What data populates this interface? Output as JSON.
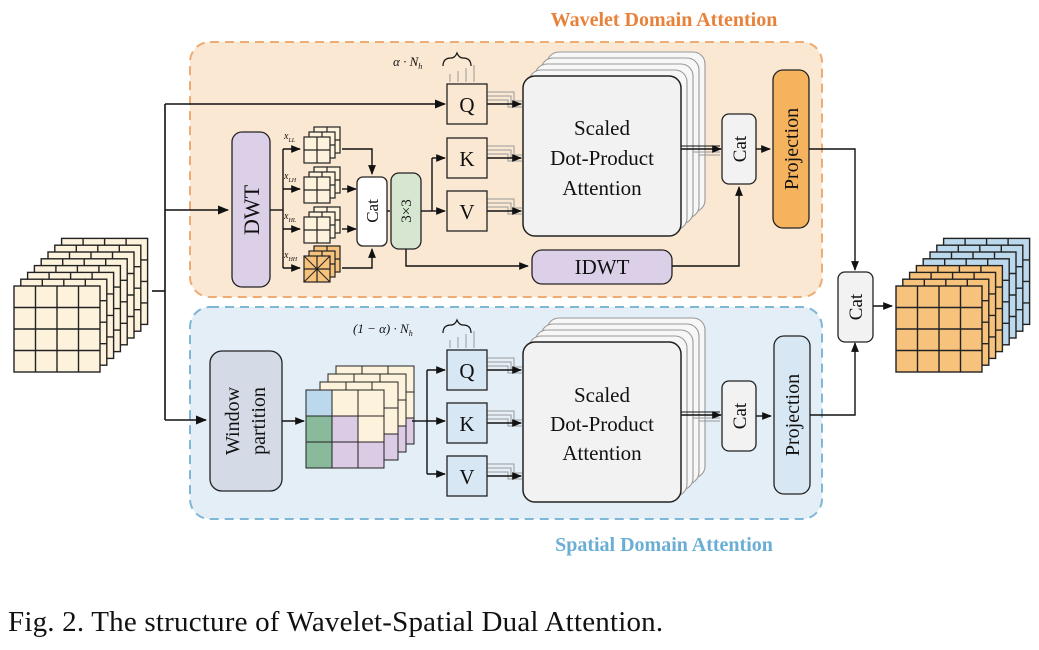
{
  "caption": "Fig. 2.  The structure of Wavelet-Spatial Dual Attention.",
  "colors": {
    "wavelet_panel": "#fbe8d2",
    "wavelet_border": "#eeac74",
    "wavelet_title": "#e8823a",
    "spatial_panel": "#e4eef6",
    "spatial_border": "#7fb7d6",
    "spatial_title": "#6aaed6",
    "dwt_box": "#dcd0e9",
    "idwt_box": "#dcd0e9",
    "conv_box": "#d6e6d1",
    "wavelet_projection": "#f6b35e",
    "spatial_projection": "#d7e8f4",
    "window_partition_box": "#d4dbe6",
    "grid_cream": "#fdf3dc",
    "grid_orange": "#f6c27c",
    "grid_blue": "#bcd8ec",
    "grid_green": "#88ba9b",
    "grid_purple": "#dccbe5"
  },
  "wavelet": {
    "title": "Wavelet Domain Attention",
    "heads_label": "α · N",
    "heads_sub": "h",
    "dwt": "DWT",
    "subbands": [
      {
        "base": "x",
        "sub": "LL"
      },
      {
        "base": "x",
        "sub": "LH"
      },
      {
        "base": "x",
        "sub": "HL"
      },
      {
        "base": "x",
        "sub": "HH"
      }
    ],
    "cat_inner": "Cat",
    "conv": "3×3",
    "q": "Q",
    "k": "K",
    "v": "V",
    "sdpa": [
      "Scaled",
      "Dot-Product",
      "Attention"
    ],
    "cat": "Cat",
    "projection": "Projection",
    "idwt": "IDWT"
  },
  "spatial": {
    "title": "Spatial Domain Attention",
    "heads_label": "(1 − α) · N",
    "heads_sub": "h",
    "window": [
      "Window",
      "partition"
    ],
    "q": "Q",
    "k": "K",
    "v": "V",
    "sdpa": [
      "Scaled",
      "Dot-Product",
      "Attention"
    ],
    "cat": "Cat",
    "projection": "Projection"
  },
  "final_cat": "Cat"
}
